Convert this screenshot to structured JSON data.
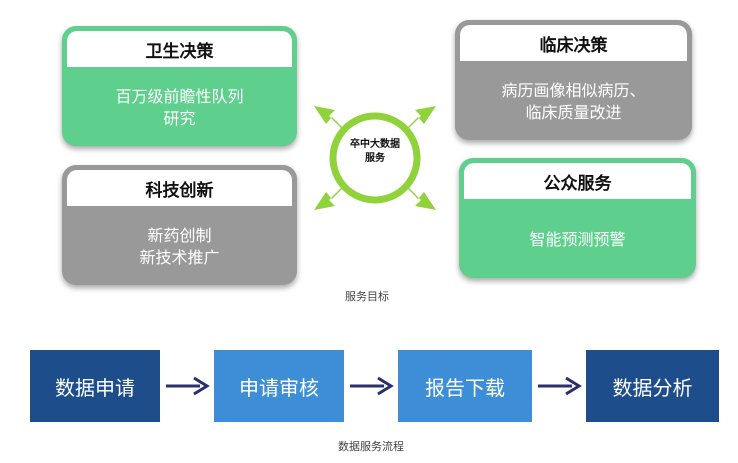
{
  "goals": {
    "hub_line1": "卒中大数据",
    "hub_line2": "服务",
    "caption": "服务目标",
    "cards": [
      {
        "title": "卫生决策",
        "lines": [
          "百万级前瞻性队列",
          "研究"
        ]
      },
      {
        "title": "临床决策",
        "lines": [
          "病历画像相似病历、",
          "临床质量改进"
        ]
      },
      {
        "title": "科技创新",
        "lines": [
          "新药创制",
          "新技术推广"
        ]
      },
      {
        "title": "公众服务",
        "lines": [
          "智能预测预警"
        ]
      }
    ]
  },
  "flow": {
    "caption": "数据服务流程",
    "steps": [
      "数据申请",
      "申请审核",
      "报告下载",
      "数据分析"
    ]
  },
  "colors": {
    "green": "#5fcf8e",
    "gray": "#999999",
    "ring": "#8fd23a",
    "dark_blue": "#1e4d8c",
    "light_blue": "#3d8ed6",
    "arrow": "#2b2f6e"
  }
}
